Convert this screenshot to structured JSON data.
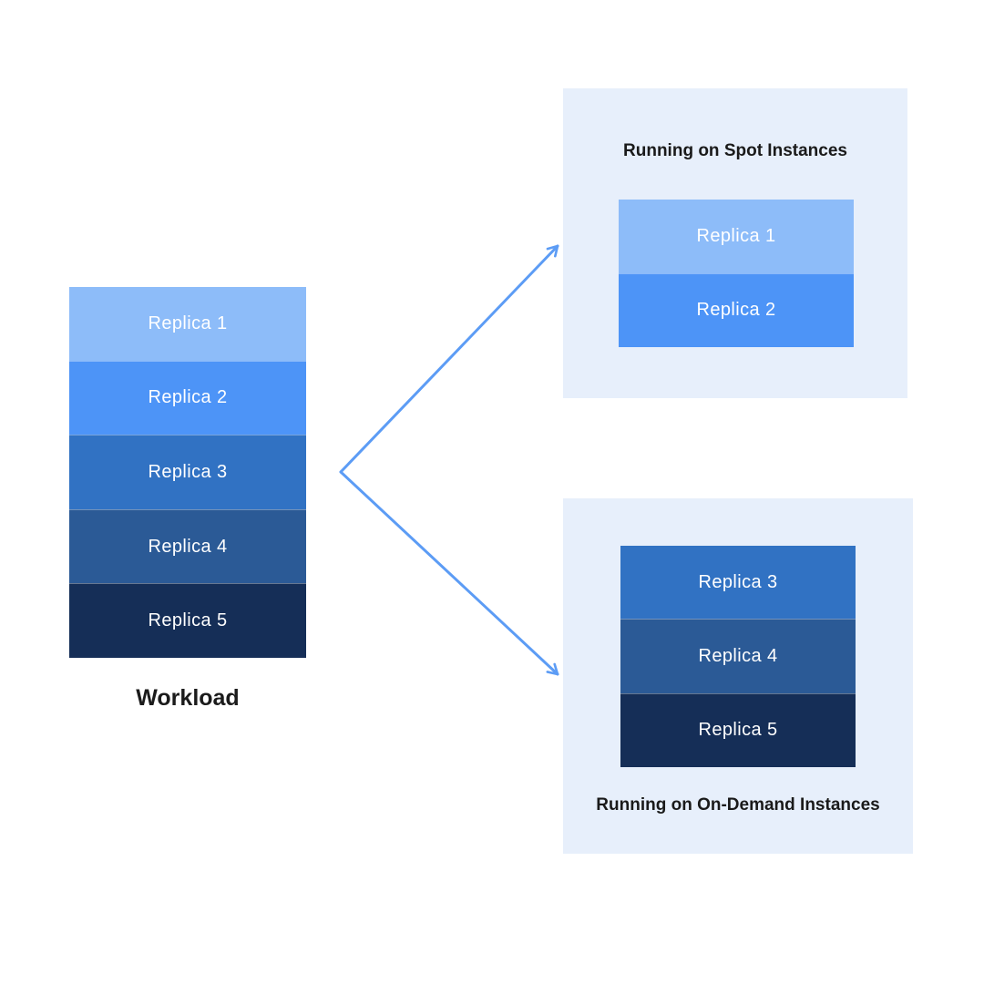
{
  "workload": {
    "label": "Workload",
    "replicas": [
      {
        "label": "Replica 1",
        "color": "#8DBCF9"
      },
      {
        "label": "Replica 2",
        "color": "#4D94F7"
      },
      {
        "label": "Replica 3",
        "color": "#3172C3"
      },
      {
        "label": "Replica 4",
        "color": "#2B5A96"
      },
      {
        "label": "Replica 5",
        "color": "#152E57"
      }
    ]
  },
  "spot_panel": {
    "title": "Running on Spot Instances",
    "replicas": [
      {
        "label": "Replica 1",
        "color": "#8DBCF9"
      },
      {
        "label": "Replica 2",
        "color": "#4D94F7"
      }
    ]
  },
  "ondemand_panel": {
    "title": "Running on On-Demand Instances",
    "replicas": [
      {
        "label": "Replica 3",
        "color": "#3172C3"
      },
      {
        "label": "Replica 4",
        "color": "#2B5A96"
      },
      {
        "label": "Replica 5",
        "color": "#152E57"
      }
    ]
  },
  "colors": {
    "panel_bg": "#E7EFFB",
    "arrow": "#5C9CF5",
    "background": "#FFFFFF"
  }
}
